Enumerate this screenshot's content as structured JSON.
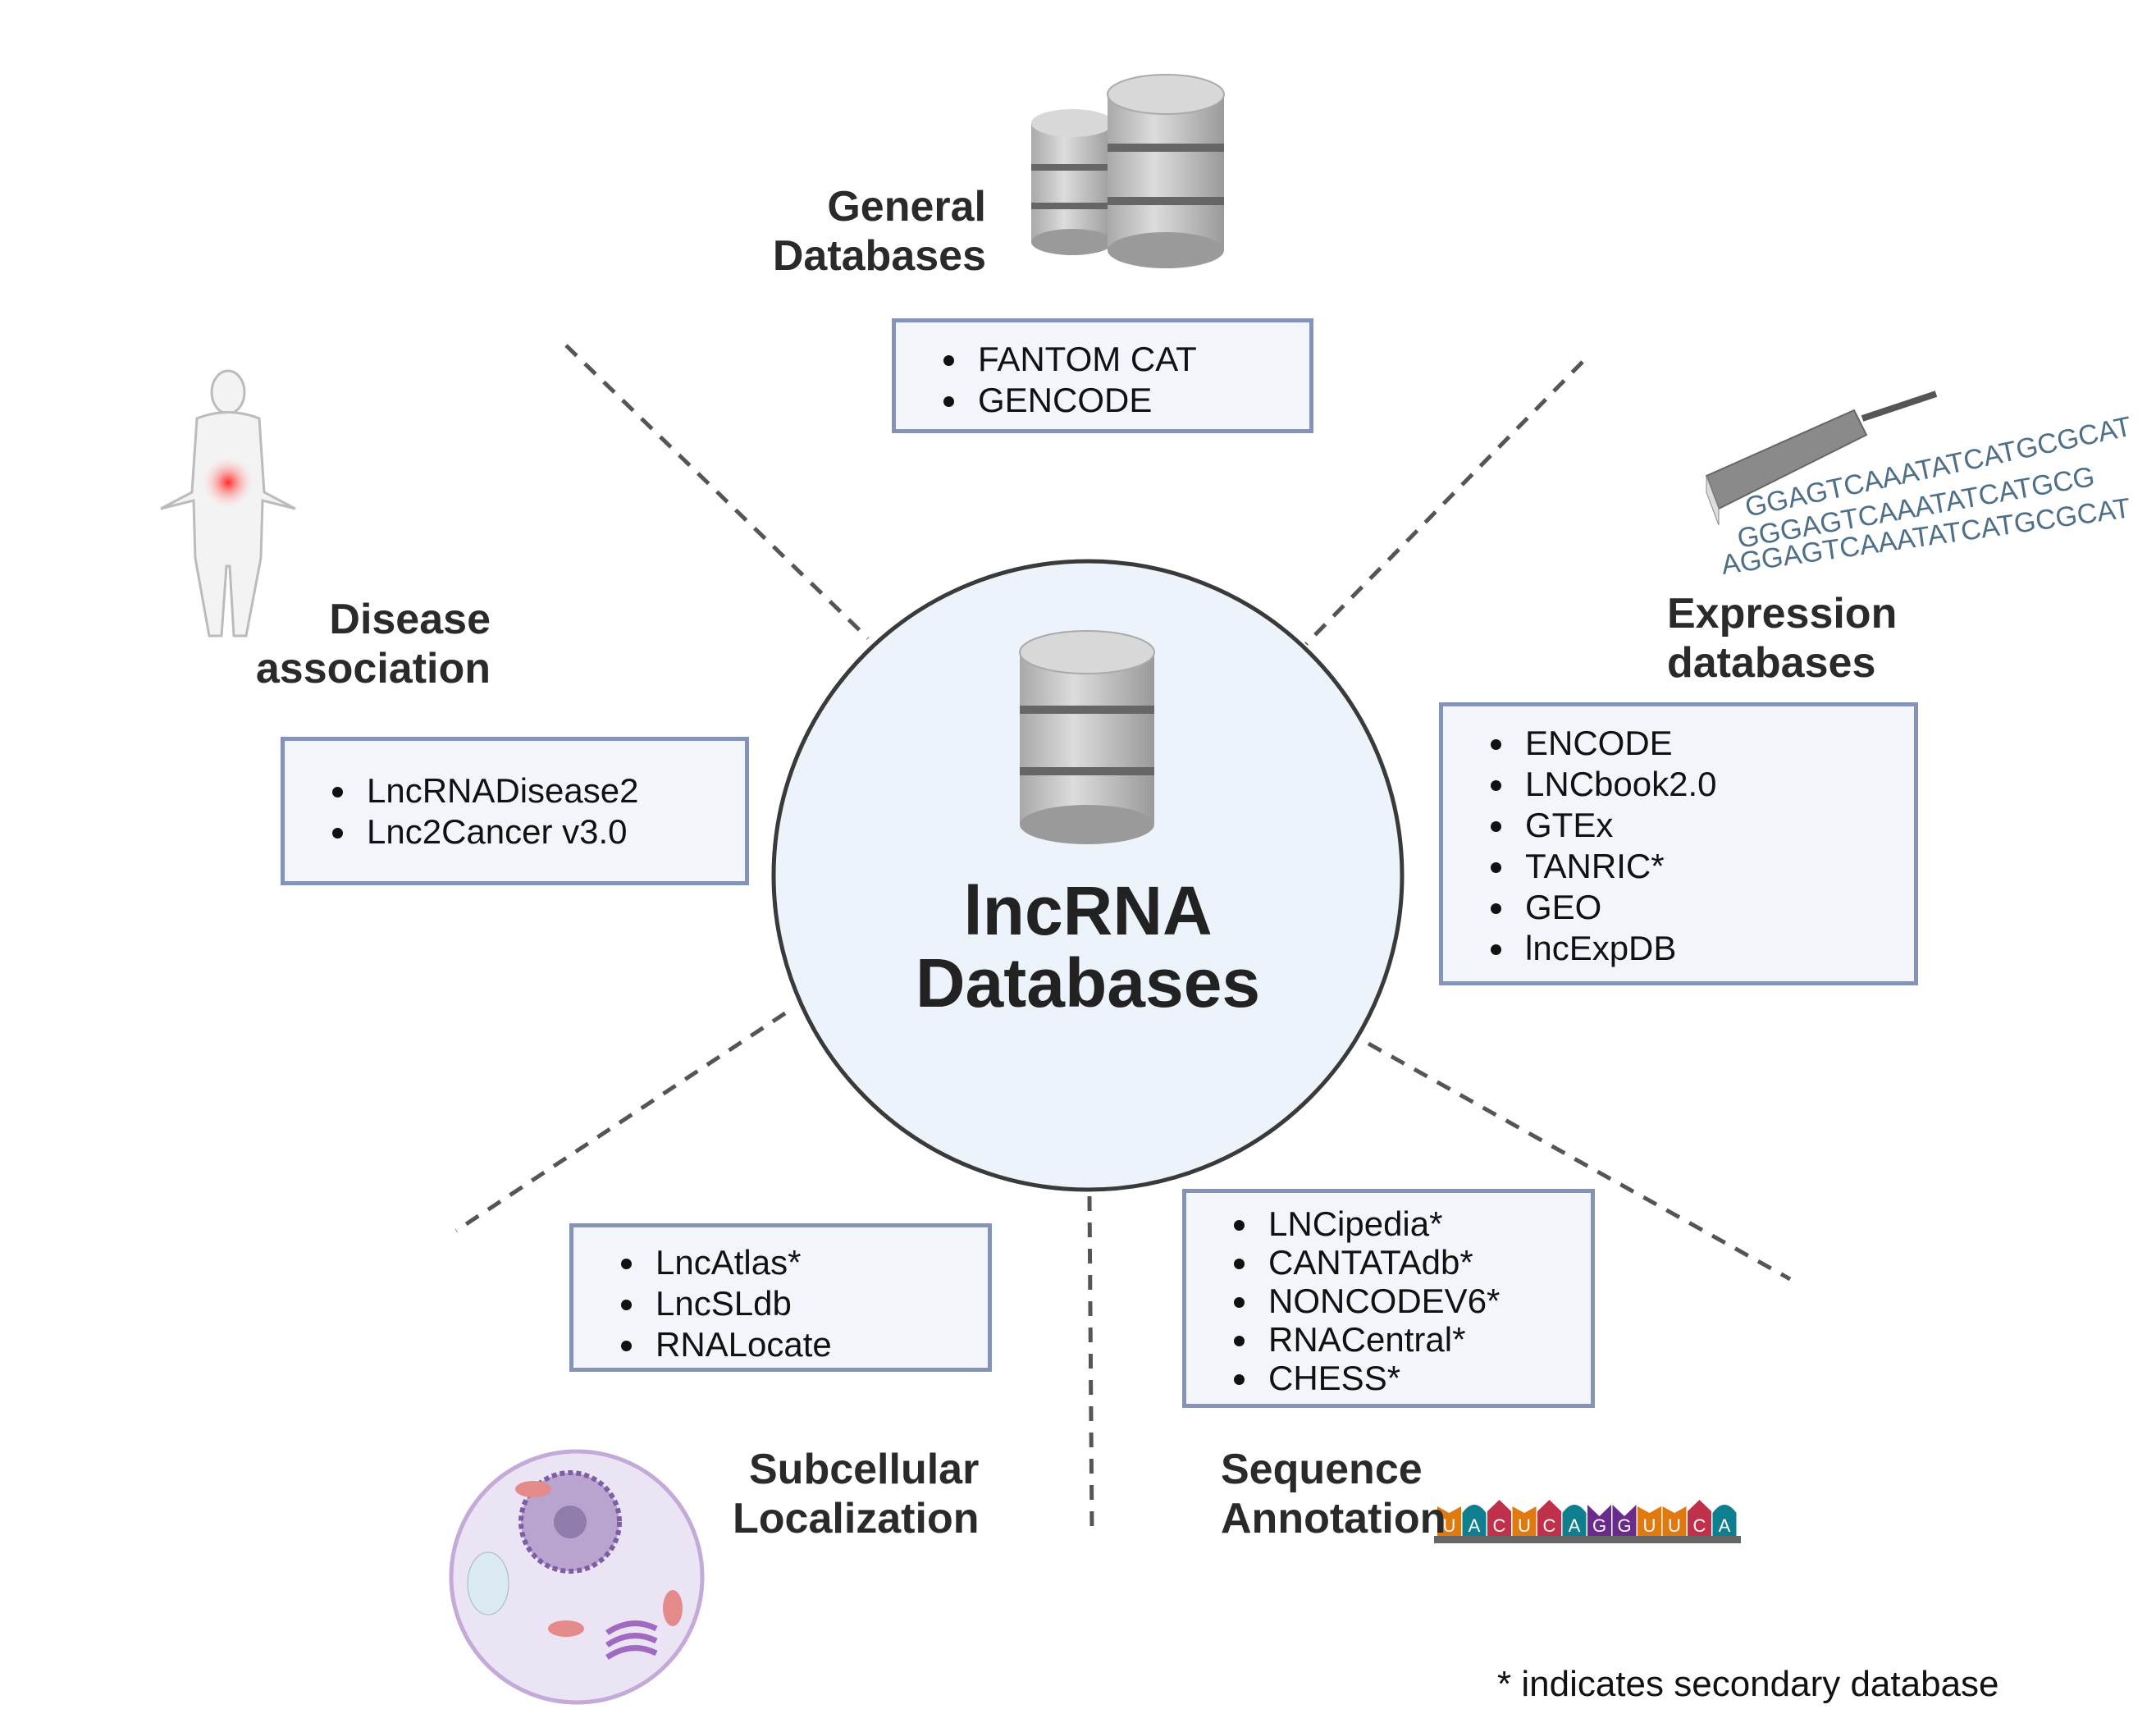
{
  "center": {
    "line1": "lncRNA",
    "line2": "Databases",
    "icon": "database-icon"
  },
  "categories": {
    "general": {
      "title1": "General",
      "title2": "Databases",
      "icon": "database-icon",
      "items": [
        "FANTOM CAT",
        "GENCODE"
      ]
    },
    "expression": {
      "title1": "Expression",
      "title2": "databases",
      "icon": "sequencer-icon",
      "items": [
        "ENCODE",
        "LNCbook2.0",
        "GTEx",
        "TANRIC*",
        "GEO",
        "lncExpDB"
      ]
    },
    "disease": {
      "title1": "Disease",
      "title2": "association",
      "icon": "human-body-icon",
      "items": [
        "LncRNADisease2",
        "Lnc2Cancer v3.0"
      ]
    },
    "subcellular": {
      "title1": "Subcellular",
      "title2": "Localization",
      "icon": "cell-icon",
      "items": [
        "LncAtlas*",
        "LncSLdb",
        "RNALocate"
      ]
    },
    "sequence": {
      "title1": "Sequence",
      "title2": "Annotation",
      "icon": "rna-strand-icon",
      "items": [
        "LNCipedia*",
        "CANTATAdb*",
        "NONCODEV6*",
        "RNACentral*",
        "CHESS*"
      ],
      "rna_letters": [
        "U",
        "A",
        "C",
        "U",
        "C",
        "A",
        "G",
        "G",
        "U",
        "U",
        "C",
        "A"
      ]
    }
  },
  "dna_text": [
    "GGAGTCAAATATCATGCGCAT",
    "GGGAGTCAAATATCATGCG",
    "AGGAGTCAAATATCATGCGCAT"
  ],
  "footnote": "*  indicates secondary database",
  "colors": {
    "box_fill": "#f2f6fb",
    "box_border": "#8593b8",
    "circle_fill": "#ecf3fb",
    "circle_border": "#3a3a3a",
    "U": "#e07a10",
    "A": "#0f7f8f",
    "C": "#c0304a",
    "G": "#6b2a8c"
  }
}
